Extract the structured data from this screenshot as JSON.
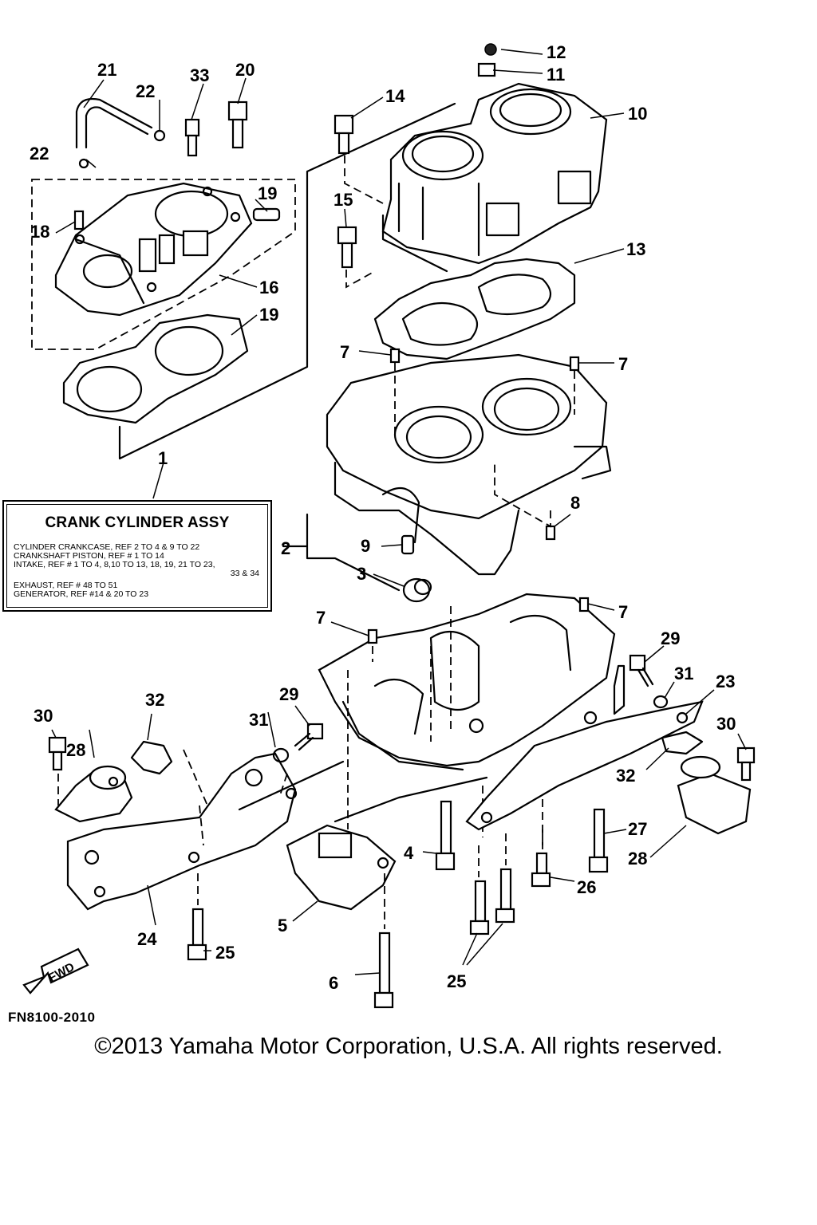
{
  "diagram": {
    "callouts": [
      "1",
      "2",
      "3",
      "4",
      "5",
      "6",
      "7",
      "7",
      "7",
      "7",
      "8",
      "9",
      "10",
      "11",
      "12",
      "13",
      "14",
      "15",
      "16",
      "18",
      "19",
      "19",
      "20",
      "21",
      "22",
      "22",
      "23",
      "24",
      "25",
      "25",
      "26",
      "27",
      "28",
      "28",
      "29",
      "29",
      "30",
      "30",
      "31",
      "31",
      "32",
      "32",
      "33"
    ]
  },
  "assy_box": {
    "title": "CRANK CYLINDER ASSY",
    "lines": [
      "CYLINDER CRANKCASE,   REF 2 TO 4 & 9 TO 22",
      "CRANKSHAFT PISTON,   REF # 1 TO 14",
      "INTAKE,   REF # 1 TO 4, 8,10 TO 13, 18, 19, 21 TO 23,",
      "33 & 34",
      "EXHAUST,   REF # 48 TO 51",
      "GENERATOR,   REF #14 & 20 TO 23"
    ]
  },
  "fwd_label": "FWD",
  "figure_code": "FN8100-2010",
  "copyright": "©2013 Yamaha Motor Corporation, U.S.A. All rights reserved."
}
